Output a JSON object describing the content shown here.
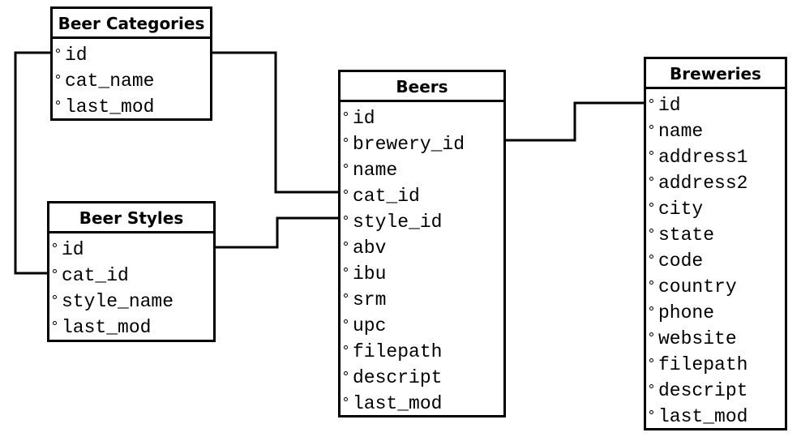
{
  "entities": {
    "beer_categories": {
      "title": "Beer Categories",
      "fields": [
        "id",
        "cat_name",
        "last_mod"
      ]
    },
    "beer_styles": {
      "title": "Beer Styles",
      "fields": [
        "id",
        "cat_id",
        "style_name",
        "last_mod"
      ]
    },
    "beers": {
      "title": "Beers",
      "fields": [
        "id",
        "brewery_id",
        "name",
        "cat_id",
        "style_id",
        "abv",
        "ibu",
        "srm",
        "upc",
        "filepath",
        "descript",
        "last_mod"
      ]
    },
    "breweries": {
      "title": "Breweries",
      "fields": [
        "id",
        "name",
        "address1",
        "address2",
        "city",
        "state",
        "code",
        "country",
        "phone",
        "website",
        "filepath",
        "descript",
        "last_mod"
      ]
    }
  }
}
